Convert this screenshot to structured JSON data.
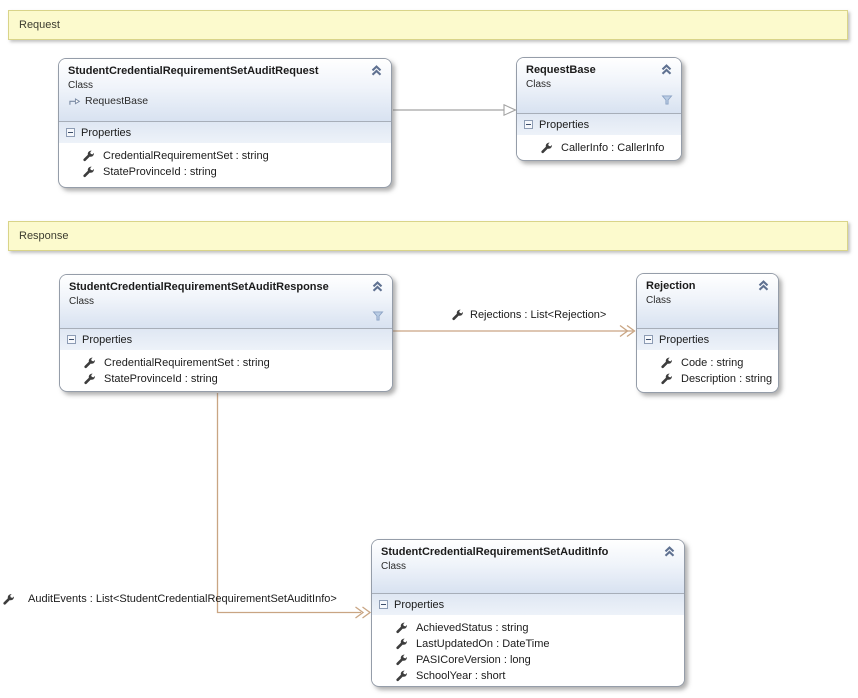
{
  "comments": {
    "request": "Request",
    "response": "Response"
  },
  "boxes": {
    "audit_request": {
      "title": "StudentCredentialRequirementSetAuditRequest",
      "kind": "Class",
      "base": "RequestBase",
      "section_label": "Properties",
      "members": [
        "CredentialRequirementSet : string",
        "StateProvinceId : string"
      ]
    },
    "request_base": {
      "title": "RequestBase",
      "kind": "Class",
      "section_label": "Properties",
      "members": [
        "CallerInfo : CallerInfo"
      ]
    },
    "audit_response": {
      "title": "StudentCredentialRequirementSetAuditResponse",
      "kind": "Class",
      "section_label": "Properties",
      "members": [
        "CredentialRequirementSet : string",
        "StateProvinceId : string"
      ]
    },
    "rejection": {
      "title": "Rejection",
      "kind": "Class",
      "section_label": "Properties",
      "members": [
        "Code : string",
        "Description : string"
      ]
    },
    "audit_info": {
      "title": "StudentCredentialRequirementSetAuditInfo",
      "kind": "Class",
      "section_label": "Properties",
      "members": [
        "AchievedStatus : string",
        "LastUpdatedOn : DateTime",
        "PASICoreVersion : long",
        "SchoolYear : short"
      ]
    }
  },
  "associations": {
    "rejections_label": "Rejections : List<Rejection>",
    "audit_events_label": "AuditEvents : List<StudentCredentialRequirementSetAuditInfo>"
  },
  "icons": {
    "collapse": "double-chevron-up",
    "member": "wrench",
    "filter": "funnel",
    "inherits": "hollow-arrow-right"
  },
  "colors": {
    "comment_fill": "#fcfacd",
    "comment_border": "#d9d489",
    "box_border": "#959da9",
    "header_gradient_bottom": "#d8e2f1",
    "section_band": "#dfe7f3",
    "association_line": "#c9a583",
    "inheritance_line": "#a3a3a3",
    "icon_blue": "#5f7191",
    "text": "#1b1b1b"
  }
}
